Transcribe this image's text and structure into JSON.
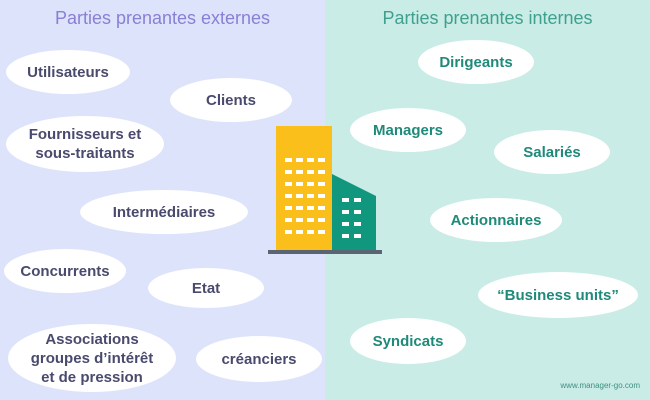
{
  "left_title": "Parties prenantes externes",
  "right_title": "Parties prenantes internes",
  "external": {
    "utilisateurs": "Utilisateurs",
    "clients": "Clients",
    "fournisseurs": "Fournisseurs et sous-traitants",
    "intermediaires": "Intermédiaires",
    "concurrents": "Concurrents",
    "etat": "Etat",
    "associations": "Associations groupes d’intérêt et de pression",
    "creanciers": "créanciers"
  },
  "internal": {
    "dirigeants": "Dirigeants",
    "managers": "Managers",
    "salaries": "Salariés",
    "actionnaires": "Actionnaires",
    "business_units": "“Business units”",
    "syndicats": "Syndicats"
  },
  "footer": "www.manager-go.com",
  "colors": {
    "left_bg": "#dde3fa",
    "right_bg": "#c9ece6",
    "left_title": "#8a7fd4",
    "right_title": "#3fa08e",
    "building_yellow": "#fbbf1b",
    "building_teal": "#12977f"
  }
}
